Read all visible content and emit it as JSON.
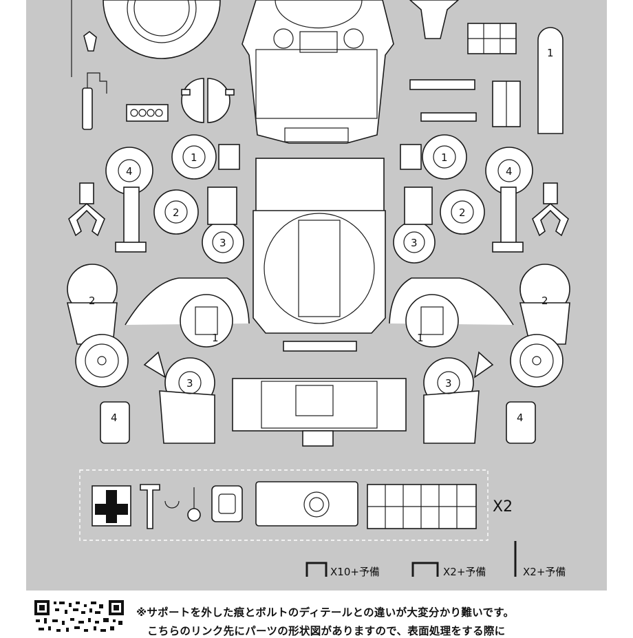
{
  "sheet": {
    "background": "#c8c8c8",
    "frame_multiplier": "X2",
    "spares": [
      {
        "icon": "staple-icon",
        "label": "X10+予備"
      },
      {
        "icon": "staple-icon",
        "label": "X2+予備"
      },
      {
        "icon": "pin-icon",
        "label": "X2+予備"
      }
    ]
  },
  "part_numbers": [
    "4",
    "1",
    "1",
    "4",
    "2",
    "3",
    "3",
    "2",
    "2",
    "2",
    "1",
    "1",
    "3",
    "3",
    "4",
    "4",
    "1"
  ],
  "note": {
    "line1": "※サポートを外した痕とボルトのディテールとの違いが大変分かり難いです。",
    "line2": "こちらのリンク先にパーツの形状図がありますので、表面処理をする際に"
  }
}
